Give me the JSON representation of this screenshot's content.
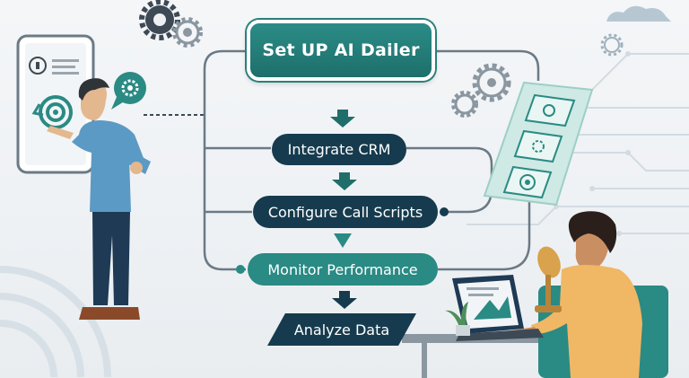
{
  "diagram": {
    "steps": [
      {
        "id": "setup",
        "label": "Set UP AI Dailer"
      },
      {
        "id": "crm",
        "label": "Integrate CRM"
      },
      {
        "id": "scripts",
        "label": "Configure Call Scripts"
      },
      {
        "id": "monitor",
        "label": "Monitor Performance"
      },
      {
        "id": "analyze",
        "label": "Analyze Data"
      }
    ]
  },
  "colors": {
    "teal": "#2a8a84",
    "navy": "#163b4e",
    "arrow": "#1f6e6a",
    "connector": "#6b7a85"
  },
  "icons": [
    "gear-icon",
    "cloud-icon",
    "lock-icon",
    "target-icon",
    "laptop-icon",
    "microphone-icon",
    "chart-icon"
  ]
}
